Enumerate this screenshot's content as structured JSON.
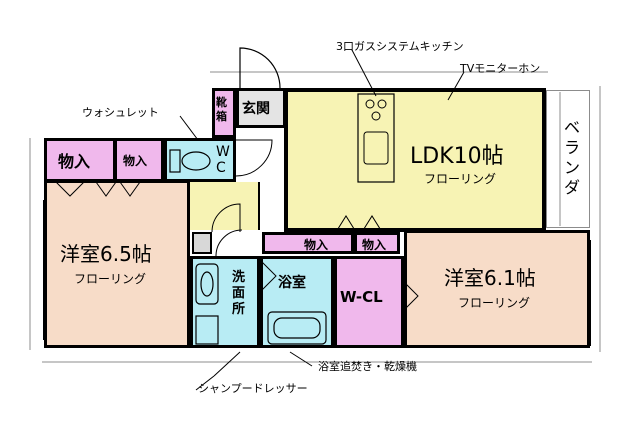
{
  "colors": {
    "western_room": "#f7dcc8",
    "ldk": "#f7f3b4",
    "storage": "#f0b8ec",
    "water": "#b8ecf4",
    "hall": "#f7f3b4",
    "wall": "#000000",
    "outline": "#8c8c8c"
  },
  "rooms": {
    "ldk": {
      "name": "LDK10帖",
      "floor": "フローリング"
    },
    "western_left": {
      "name": "洋室6.5帖",
      "floor": "フローリング"
    },
    "western_right": {
      "name": "洋室6.1帖",
      "floor": "フローリング"
    },
    "veranda": "ベランダ",
    "shoes": "靴箱",
    "entrance": "玄関",
    "storage_left_1": "物入",
    "storage_left_2": "物入",
    "wc": "W C",
    "storage_center_1": "物入",
    "storage_center_2": "物入",
    "washroom": "洗面所",
    "bath": "浴室",
    "wcl": "W-CL"
  },
  "annotations": {
    "kitchen": "3口ガスシステムキッチン",
    "tv": "TVモニターホン",
    "washlet": "ウォシュレット",
    "bath_dryer": "浴室追焚き・乾燥機",
    "shampoo_dresser": "シャンプードレッサー"
  }
}
